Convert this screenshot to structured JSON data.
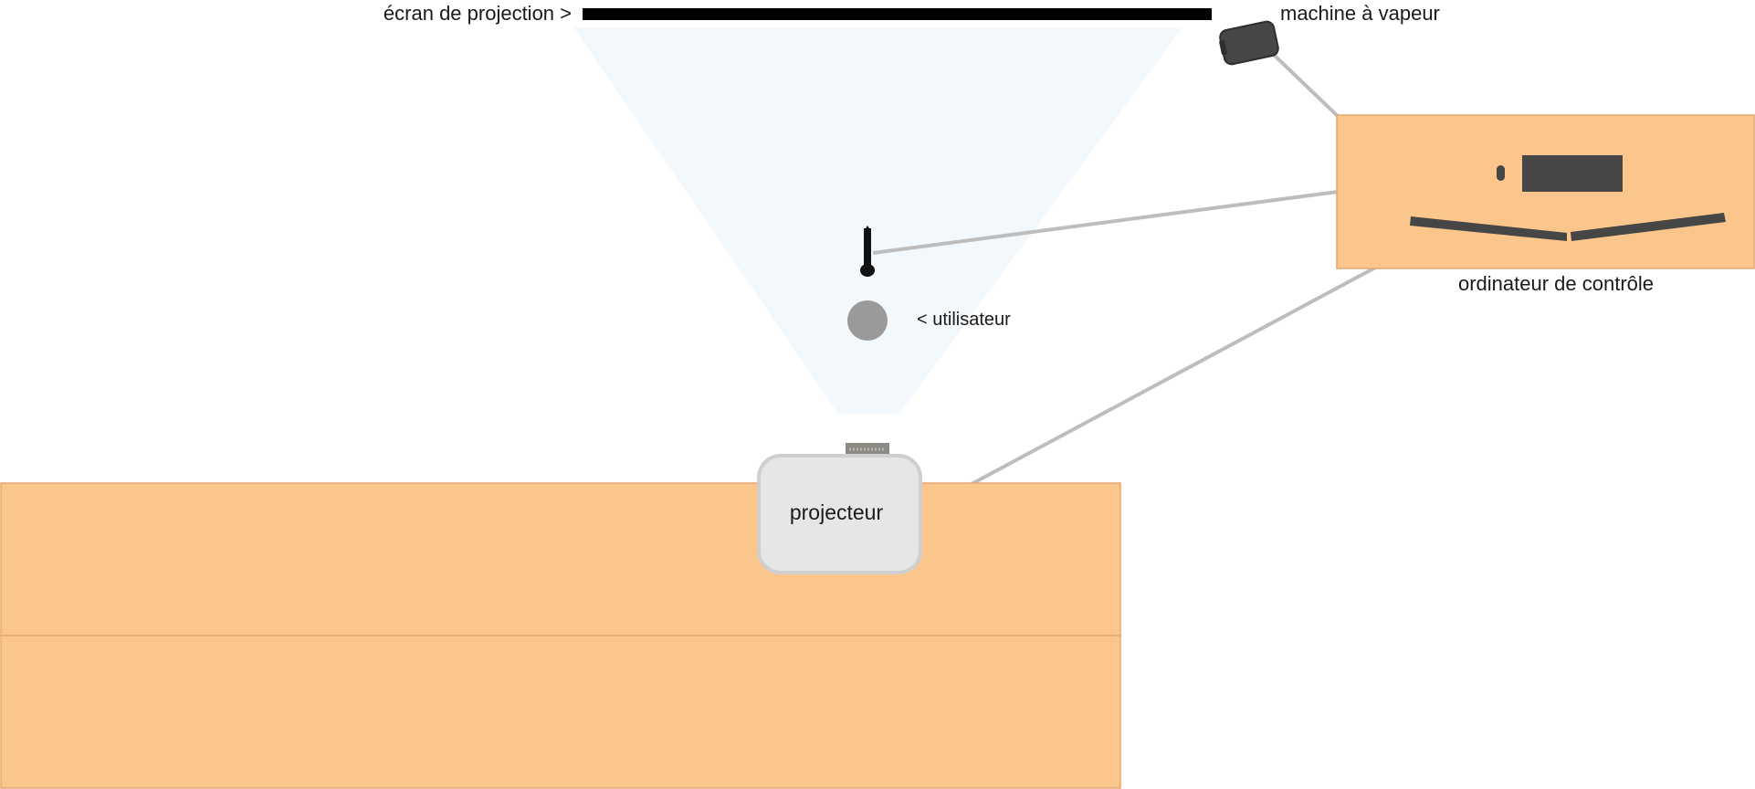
{
  "labels": {
    "screen": "écran de projection >",
    "steam_machine": "machine à vapeur",
    "control_computer": "ordinateur de contrôle",
    "user": "< utilisateur",
    "projector": "projecteur"
  },
  "colors": {
    "table_fill": "#fbc68b",
    "table_stroke": "#e3a971",
    "cable": "#bdbdbd",
    "projection_beam": "#f3f8fd",
    "screen": "#000000",
    "projector_body": "#e6e6e6",
    "projector_border": "#cfcfcf",
    "user_head": "#9a9a9a",
    "device_dark": "#464646",
    "microphone": "#111111"
  },
  "icons": {
    "steam_machine": "steam-machine-icon",
    "microphone": "microphone-icon",
    "user": "user-head-icon",
    "keyboard": "keyboard-icon",
    "mouse": "mouse-icon",
    "lens": "projector-lens-icon"
  }
}
